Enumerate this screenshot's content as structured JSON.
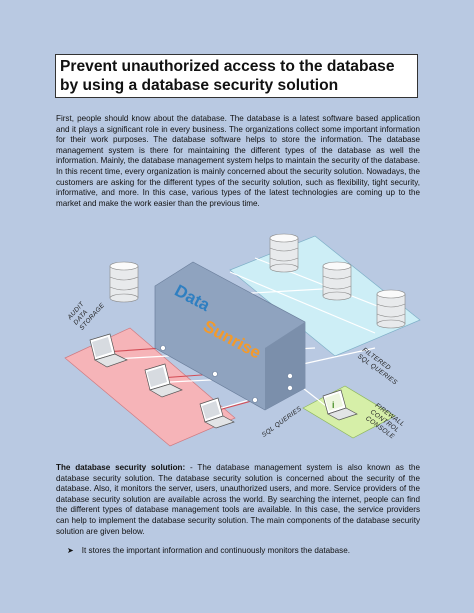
{
  "title": "Prevent unauthorized access to the database by using a database security solution",
  "paragraph1": "First, people should know about the database. The database is a latest software based application and it plays a significant role in every business. The organizations collect some important information for their work purposes. The database software helps to store the information. The database management system is there for maintaining the different types of the database as well the information. Mainly, the database management system helps to maintain the security of the database. In this recent time, every organization is mainly concerned about the security solution. Nowadays, the customers are asking for the different types of the security solution, such as flexibility, tight security, informative, and more. In this case, various types of the latest technologies are coming up to the market and make the work easier than the previous time.",
  "section2": {
    "heading": "The database security solution:",
    "body": " - The database management system is also known as the database security solution. The database security solution is concerned about the security of the database. Also, it monitors the server, users, unauthorized users, and more. Service providers of the database security solution are available across the world. By searching the internet, people can find the different types of database management tools are available. In this case, the service providers can help to implement the database security solution. The main components of the database security solution are given below."
  },
  "bullets": [
    "It stores the important information and continuously monitors the database."
  ],
  "diagram": {
    "brand_part1": "Data",
    "brand_part2": "Sunrise",
    "labels": {
      "audit": [
        "AUDIT",
        "DATA",
        "STORAGE"
      ],
      "filtered": [
        "FILTERED",
        "SQL QUERIES"
      ],
      "sql": "SQL QUERIES",
      "firewall": [
        "FIREWALL",
        "CONTROL",
        "CONSOLE"
      ]
    },
    "colors": {
      "cyan_platform": "#cdeef6",
      "red_platform": "#f6b4b8",
      "green_platform": "#d6efa8",
      "panel": "#8fa3bf",
      "brand_blue": "#2f7fc1",
      "brand_orange": "#f39a2b"
    }
  }
}
